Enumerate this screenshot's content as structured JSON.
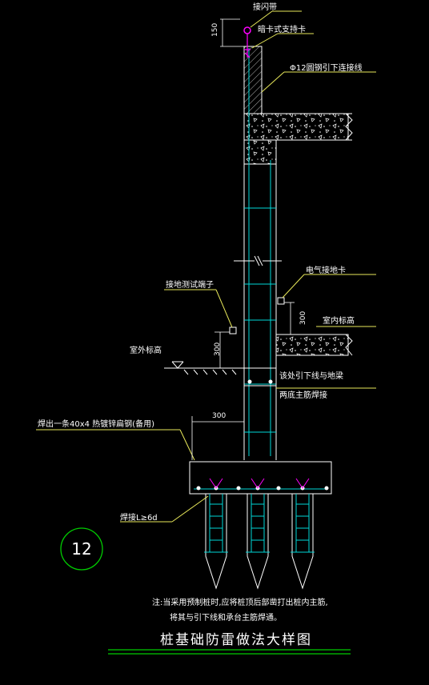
{
  "labels": {
    "lightning_rod": "接闪带",
    "bracket": "暗卡式支持卡",
    "steel_down": "Φ12圆钢引下连接线",
    "ground_clamp": "电气接地卡",
    "test_terminal": "接地测试端子",
    "indoor_level": "室内标高",
    "outdoor_level": "室外标高",
    "weld_note_1": "该处引下线与地梁",
    "weld_note_2": "两底主筋焊接",
    "flat_steel": "焊出一条40x4 热镀锌扁钢(备用)",
    "weld_len": "焊接L≥6d",
    "note_1": "注:当采用预制桩时,应将桩顶后部凿打出桩内主筋,",
    "note_2": "将其与引下线和承台主筋焊通。",
    "title": "桩基础防雷做法大样图",
    "circle_number": "12"
  },
  "dimensions": {
    "top": "150",
    "test": "300",
    "indoor": "300",
    "horizontal": "300"
  },
  "colors": {
    "background": "#000000",
    "lines": "#ffffff",
    "leaders": "#e8e85a",
    "rebar": "#00d8d8",
    "rod": "#ff00ff",
    "circle": "#00cc00"
  }
}
